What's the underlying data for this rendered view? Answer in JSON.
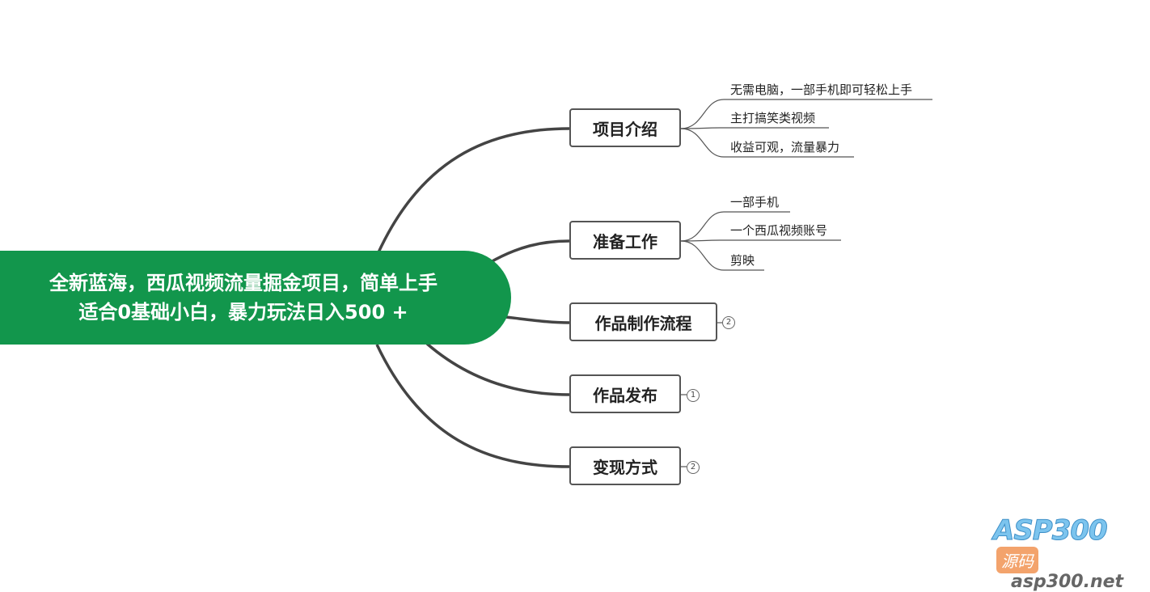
{
  "root": {
    "line1": "全新蓝海，西瓜视频流量掘金项目，简单上手",
    "line2": "适合0基础小白，暴力玩法日入500 +",
    "color": "#12964c"
  },
  "branches": [
    {
      "label": "项目介绍",
      "children": [
        "无需电脑，一部手机即可轻松上手",
        "主打搞笑类视频",
        "收益可观，流量暴力"
      ]
    },
    {
      "label": "准备工作",
      "children": [
        "一部手机",
        "一个西瓜视频账号",
        "剪映"
      ]
    },
    {
      "label": "作品制作流程",
      "collapsed_count": "2"
    },
    {
      "label": "作品发布",
      "collapsed_count": "1"
    },
    {
      "label": "变现方式",
      "collapsed_count": "2"
    }
  ],
  "watermark": {
    "brand": "ASP300",
    "tag": "源码",
    "url": "asp300.net"
  }
}
